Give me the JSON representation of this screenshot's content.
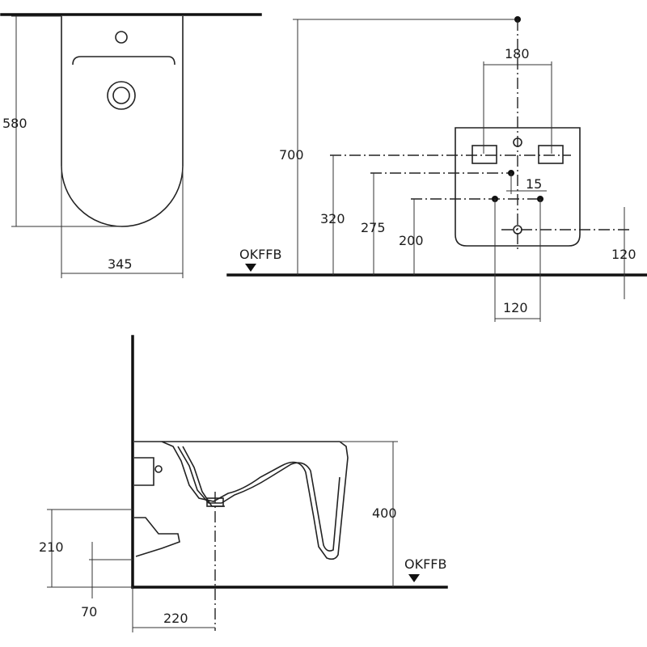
{
  "front_view": {
    "dim_height": "580",
    "dim_width": "345"
  },
  "wall_view": {
    "dim_total_height": "700",
    "dim_fixing_spacing": "180",
    "dim_fixing_height": "320",
    "dim_water_inlet_height": "275",
    "dim_inlet_offset": "15",
    "dim_bolt_height": "200",
    "dim_bolt_spacing": "120",
    "dim_waste_height": "120",
    "floor_label": "OKFFB"
  },
  "side_view": {
    "dim_depth": "220",
    "dim_rim_height": "400",
    "dim_waste_height": "210",
    "dim_offset": "70",
    "floor_label": "OKFFB"
  }
}
